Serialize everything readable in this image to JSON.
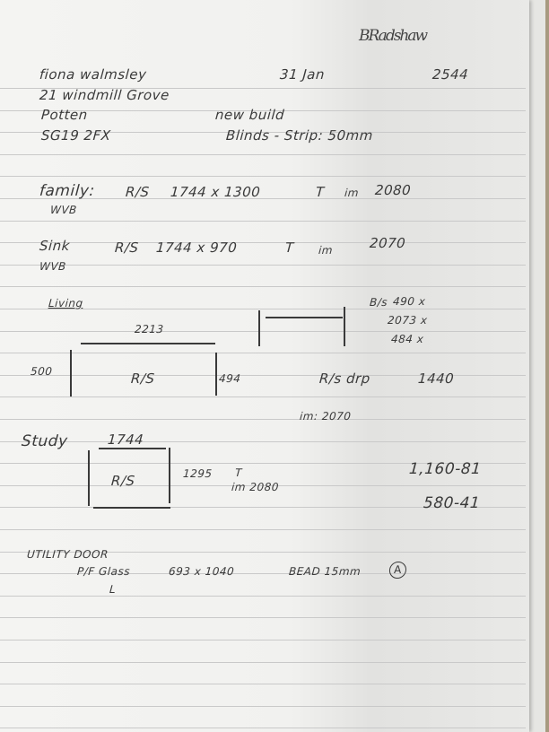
{
  "header": {
    "signature": "BRadshaw",
    "customer_name": "fiona walmsley",
    "date": "31 Jan",
    "job_number": "2544",
    "address_line1": "21 windmill Grove",
    "town": "Potten",
    "postcode": "SG19 2FX",
    "note_new_build": "new build",
    "note_blinds": "Blinds - Strip: 50mm"
  },
  "family": {
    "label": "family:",
    "sub": "WVB",
    "spec": "R/S",
    "size": "1744 x 1300",
    "t": "T",
    "im": "im",
    "drop": "2080"
  },
  "sink": {
    "label": "Sink",
    "sub": "WVB",
    "spec": "R/S",
    "size": "1744 x 970",
    "t": "T",
    "im": "im",
    "drop": "2070"
  },
  "living": {
    "label": "Living",
    "width": "2213",
    "left": "500",
    "right": "494",
    "spec": "R/S",
    "bs_label": "B/s",
    "bs_values": [
      "490 x",
      "2073 x",
      "484 x"
    ],
    "rs_drop_label": "R/s drp",
    "rs_drop": "1440",
    "im": "im: 2070"
  },
  "study": {
    "label": "Study",
    "width": "1744",
    "spec": "R/S",
    "height": "1295",
    "t": "T",
    "im": "im 2080",
    "note1": "1,160-81",
    "note2": "580-41"
  },
  "utility": {
    "label": "UTILITY DOOR",
    "spec": "P/F Glass",
    "size": "693 x 1040",
    "bead": "BEAD 15mm",
    "circle": "A",
    "tick": "L"
  }
}
